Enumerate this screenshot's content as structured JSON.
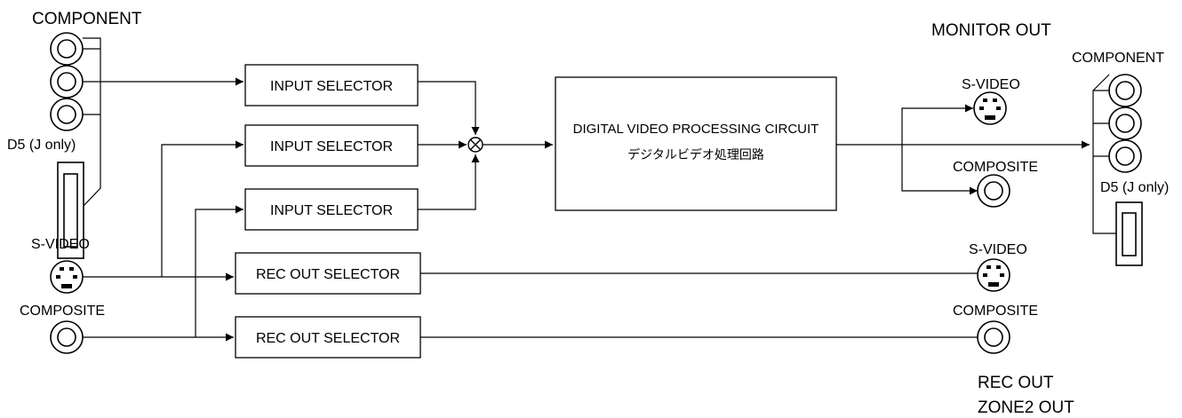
{
  "labels": {
    "monitor_out": "MONITOR OUT",
    "rec_out": "REC OUT",
    "zone2_out": "ZONE2 OUT"
  },
  "inputs": {
    "component": "COMPONENT",
    "d5": "D5 (J only)",
    "svideo": "S-VIDEO",
    "composite": "COMPOSITE"
  },
  "selectors": {
    "input_1": "INPUT SELECTOR",
    "input_2": "INPUT SELECTOR",
    "input_3": "INPUT SELECTOR",
    "rec_out_1": "REC OUT SELECTOR",
    "rec_out_2": "REC OUT SELECTOR"
  },
  "processor": {
    "title": "DIGITAL VIDEO PROCESSING CIRCUIT",
    "subtitle": "デジタルビデオ処理回路"
  },
  "monitor_outputs": {
    "svideo": "S-VIDEO",
    "composite": "COMPOSITE",
    "component": "COMPONENT",
    "d5": "D5 (J only)"
  },
  "rec_outputs": {
    "svideo": "S-VIDEO",
    "composite": "COMPOSITE"
  }
}
